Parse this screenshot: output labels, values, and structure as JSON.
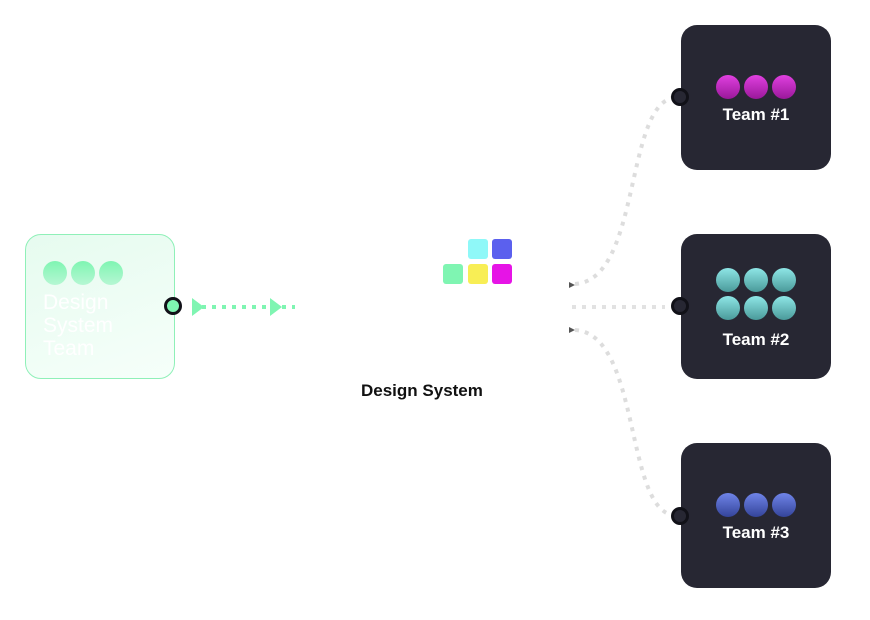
{
  "source_node": {
    "label": "Design System Team",
    "color": "#7ff5b2"
  },
  "center_node": {
    "label": "Design System",
    "swatches": [
      "#8ff8f8",
      "#5b60ee",
      "#7ff5b2",
      "#f8ee55",
      "#e614e6"
    ]
  },
  "teams": [
    {
      "label": "Team #1",
      "member_count": 3,
      "color": "#c81ec8"
    },
    {
      "label": "Team #2",
      "member_count": 6,
      "color": "#6fd3d3"
    },
    {
      "label": "Team #3",
      "member_count": 3,
      "color": "#4e64c8"
    }
  ]
}
